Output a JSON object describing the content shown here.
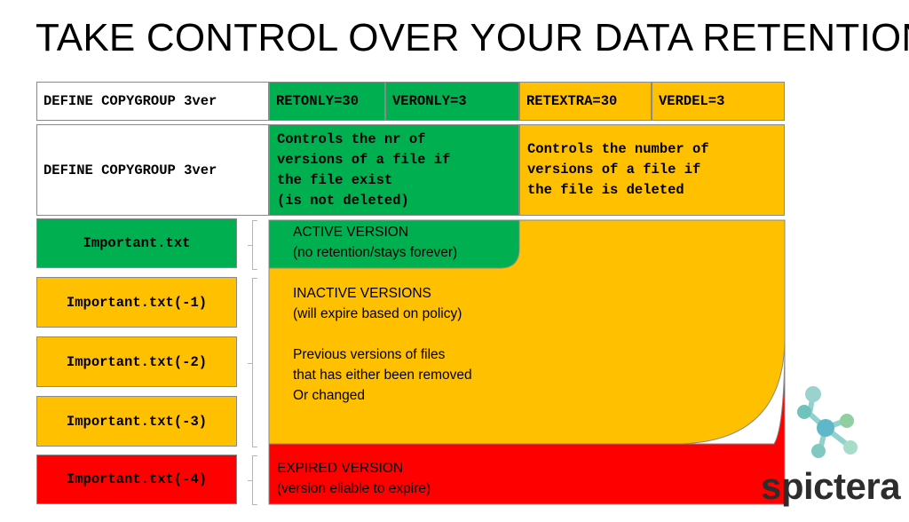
{
  "title": "TAKE CONTROL OVER YOUR DATA RETENTION",
  "row1": {
    "command": "DEFINE COPYGROUP 3ver",
    "retonly": "RETONLY=30",
    "veronly": "VERONLY=3",
    "retextra": "RETEXTRA=30",
    "verdel": "VERDEL=3"
  },
  "row2": {
    "command": "DEFINE COPYGROUP 3ver",
    "exists_desc": "Controls the nr of\nversions of a file if\nthe file exist\n(is not deleted)",
    "deleted_desc": "Controls the number of\nversions of a file if\nthe file is deleted"
  },
  "files": [
    {
      "name": "Important.txt",
      "state": "active"
    },
    {
      "name": "Important.txt(-1)",
      "state": "inactive"
    },
    {
      "name": "Important.txt(-2)",
      "state": "inactive"
    },
    {
      "name": "Important.txt(-3)",
      "state": "inactive"
    },
    {
      "name": "Important.txt(-4)",
      "state": "expired"
    }
  ],
  "labels": {
    "active": "ACTIVE VERSION\n(no retention/stays forever)",
    "inactive": "INACTIVE VERSIONS\n(will expire based on policy)",
    "previous": "Previous versions of files\nthat has either been removed\nOr changed",
    "expired": "EXPIRED VERSION\n(version eliable to expire)"
  },
  "logo": {
    "text": "spictera"
  },
  "colors": {
    "green": "#00b050",
    "gold": "#ffc000",
    "red": "#ff0000",
    "logo_teal": "#7fcbc4"
  }
}
